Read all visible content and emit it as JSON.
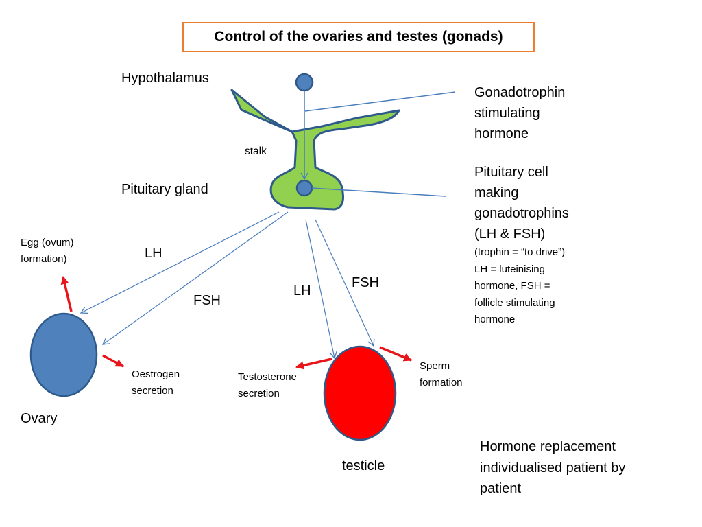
{
  "slide": {
    "title": "Control of the ovaries and testes (gonads)"
  },
  "labels": {
    "hypothalamus": "Hypothalamus",
    "stalk": "stalk",
    "pituitary_gland": "Pituitary gland",
    "gnrh_lines": [
      "Gonadotrophin",
      "stimulating",
      "hormone"
    ],
    "pituitary_cell_lines": [
      "Pituitary cell",
      "making",
      "gonadotrophins",
      "(LH & FSH)"
    ],
    "explanation_lines": [
      "(trophin = “to drive”)",
      "LH = luteinising",
      "hormone, FSH =",
      "follicle stimulating",
      "hormone"
    ],
    "egg_lines": [
      "Egg (ovum)",
      "formation)"
    ],
    "lh_left": "LH",
    "fsh_left": "FSH",
    "lh_right": "LH",
    "fsh_right": "FSH",
    "oestrogen_lines": [
      "Oestrogen",
      "secretion"
    ],
    "testosterone_lines": [
      "Testosterone",
      "secretion"
    ],
    "sperm_lines": [
      "Sperm",
      "formation"
    ],
    "ovary": "Ovary",
    "testicle": "testicle",
    "hrt_lines": [
      "Hormone replacement",
      "individualised patient by",
      "patient"
    ]
  },
  "colors": {
    "title_border": "#ED7D31",
    "gland_fill": "#92D050",
    "gland_stroke": "#2E5A8B",
    "ovary_fill": "#4F81BD",
    "testicle_fill": "#FF0000",
    "connector": "#4A7EBB",
    "output_arrow": "#E8151B"
  }
}
